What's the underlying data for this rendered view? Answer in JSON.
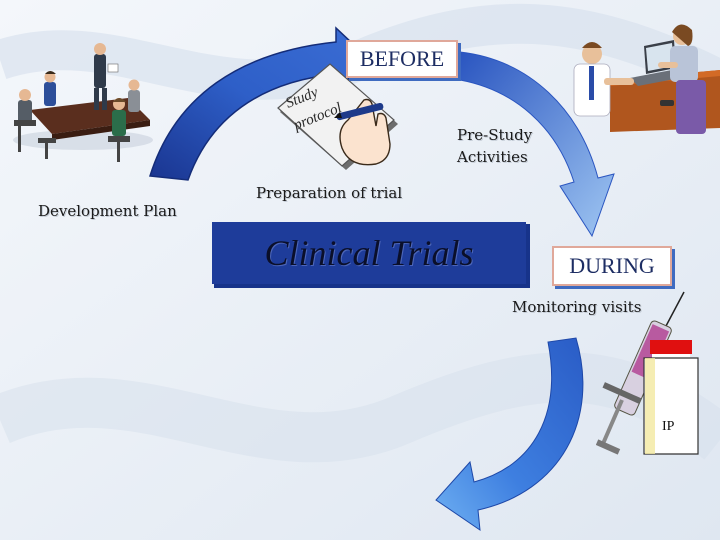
{
  "labels": {
    "before": "BEFORE",
    "during": "DURING",
    "title": "Clinical Trials",
    "development_plan": "Development Plan",
    "pre_study": "Pre-Study",
    "activities": "Activities",
    "preparation": "Preparation of trial",
    "monitoring": "Monitoring visits",
    "ip": "IP",
    "study": "Study",
    "protocol": "protocol"
  },
  "colors": {
    "arrow_dark": "#1d3a9a",
    "arrow_light": "#5b9de8",
    "title_box": "#1e3c9a",
    "label_border": "#e0a89a",
    "label_shadow": "#3f6bc0",
    "bottle_cap": "#e01010"
  },
  "icons": {
    "meeting": "meeting-clipart-icon",
    "office": "office-workers-clipart-icon",
    "protocol": "protocol-hand-pen-icon",
    "syringe": "syringe-icon",
    "bottle": "ip-bottle-icon"
  }
}
